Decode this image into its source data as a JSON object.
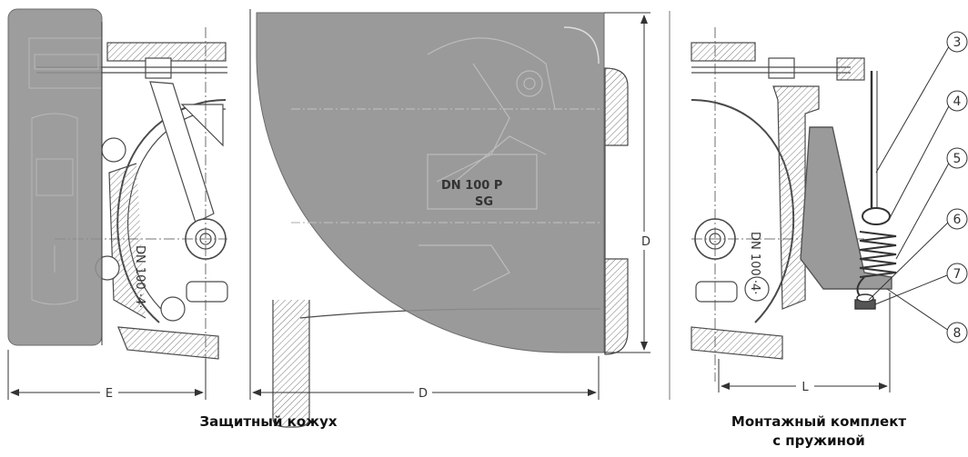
{
  "captions": {
    "left": "Защитный кожух",
    "right_line1": "Монтажный комплект",
    "right_line2": "с пружиной"
  },
  "dimensions": {
    "e": "E",
    "d_horizontal": "D",
    "d_vertical": "D",
    "l": "L"
  },
  "valve_marking": {
    "dn": "DN 100  P",
    "sg": "SG",
    "vertical_left": "DN 100 ·4·",
    "vertical_right": "DN 100 ·4·"
  },
  "callouts": [
    "3",
    "4",
    "5",
    "6",
    "7",
    "8"
  ],
  "colors": {
    "cover_fill": "#8f8f8f",
    "line": "#4a4a4a",
    "hatch": "#6a6a6a"
  }
}
